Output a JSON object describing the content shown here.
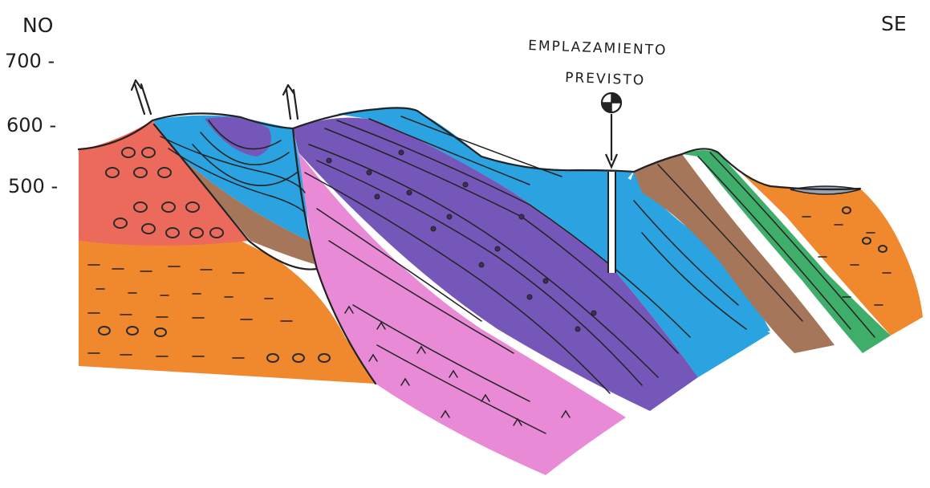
{
  "labels": {
    "west": "NO",
    "east": "SE",
    "site_line1": "EMPLAZAMIENTO",
    "site_line2": "PREVISTO"
  },
  "elevation_ticks": [
    "700 -",
    "600 -",
    "500 -"
  ],
  "colors": {
    "red_conglomerate": "#ec6a5c",
    "orange_sandstone": "#f0892e",
    "blue_limestone": "#2aa3e0",
    "purple_conglomerate": "#7457b8",
    "pink_volcanic": "#e88ad6",
    "brown_marl": "#a5765a",
    "green_layer": "#3fae6a",
    "gray_lens": "#9aa3b0"
  },
  "icons": [
    "fault-arrow-icon",
    "site-marker-icon"
  ]
}
